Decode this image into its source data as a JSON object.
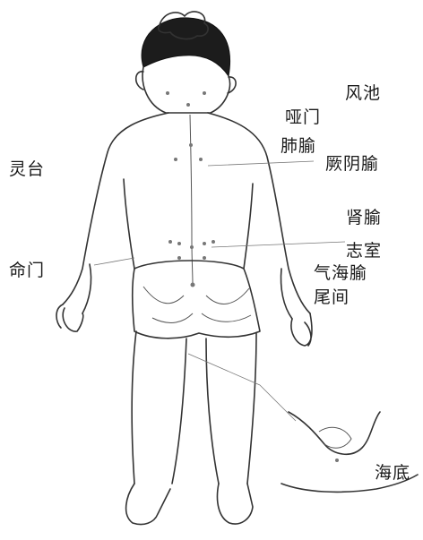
{
  "acupoints": {
    "fengchi": "风池",
    "yamen": "哑门",
    "feishu": "肺腧",
    "jueyinshu": "厥阴腧",
    "lingtai": "灵台",
    "shenshu": "肾腧",
    "zhishi": "志室",
    "mingmen": "命门",
    "qihaishu": "气海腧",
    "weijian": "尾间",
    "haidi": "海底"
  }
}
